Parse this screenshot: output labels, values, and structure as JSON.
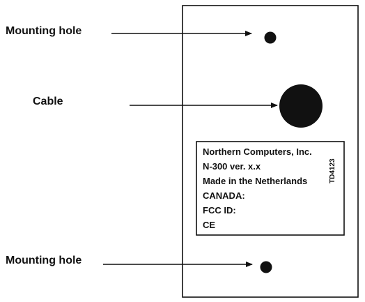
{
  "callouts": {
    "mounting_hole_top": "Mounting hole",
    "cable": "Cable",
    "mounting_hole_bottom": "Mounting hole"
  },
  "label_plate": {
    "lines": [
      "Northern Computers, Inc.",
      "N-300 ver. x.x",
      "Made in the Netherlands",
      "CANADA:",
      "FCC ID:",
      "CE"
    ],
    "drawing_code": "TD4123"
  }
}
